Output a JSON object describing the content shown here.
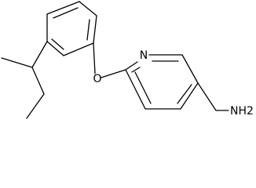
{
  "molecule": {
    "atoms": {
      "pyridine_nitrogen": "N",
      "ether_oxygen": "O",
      "amine_group": "NH2"
    }
  }
}
